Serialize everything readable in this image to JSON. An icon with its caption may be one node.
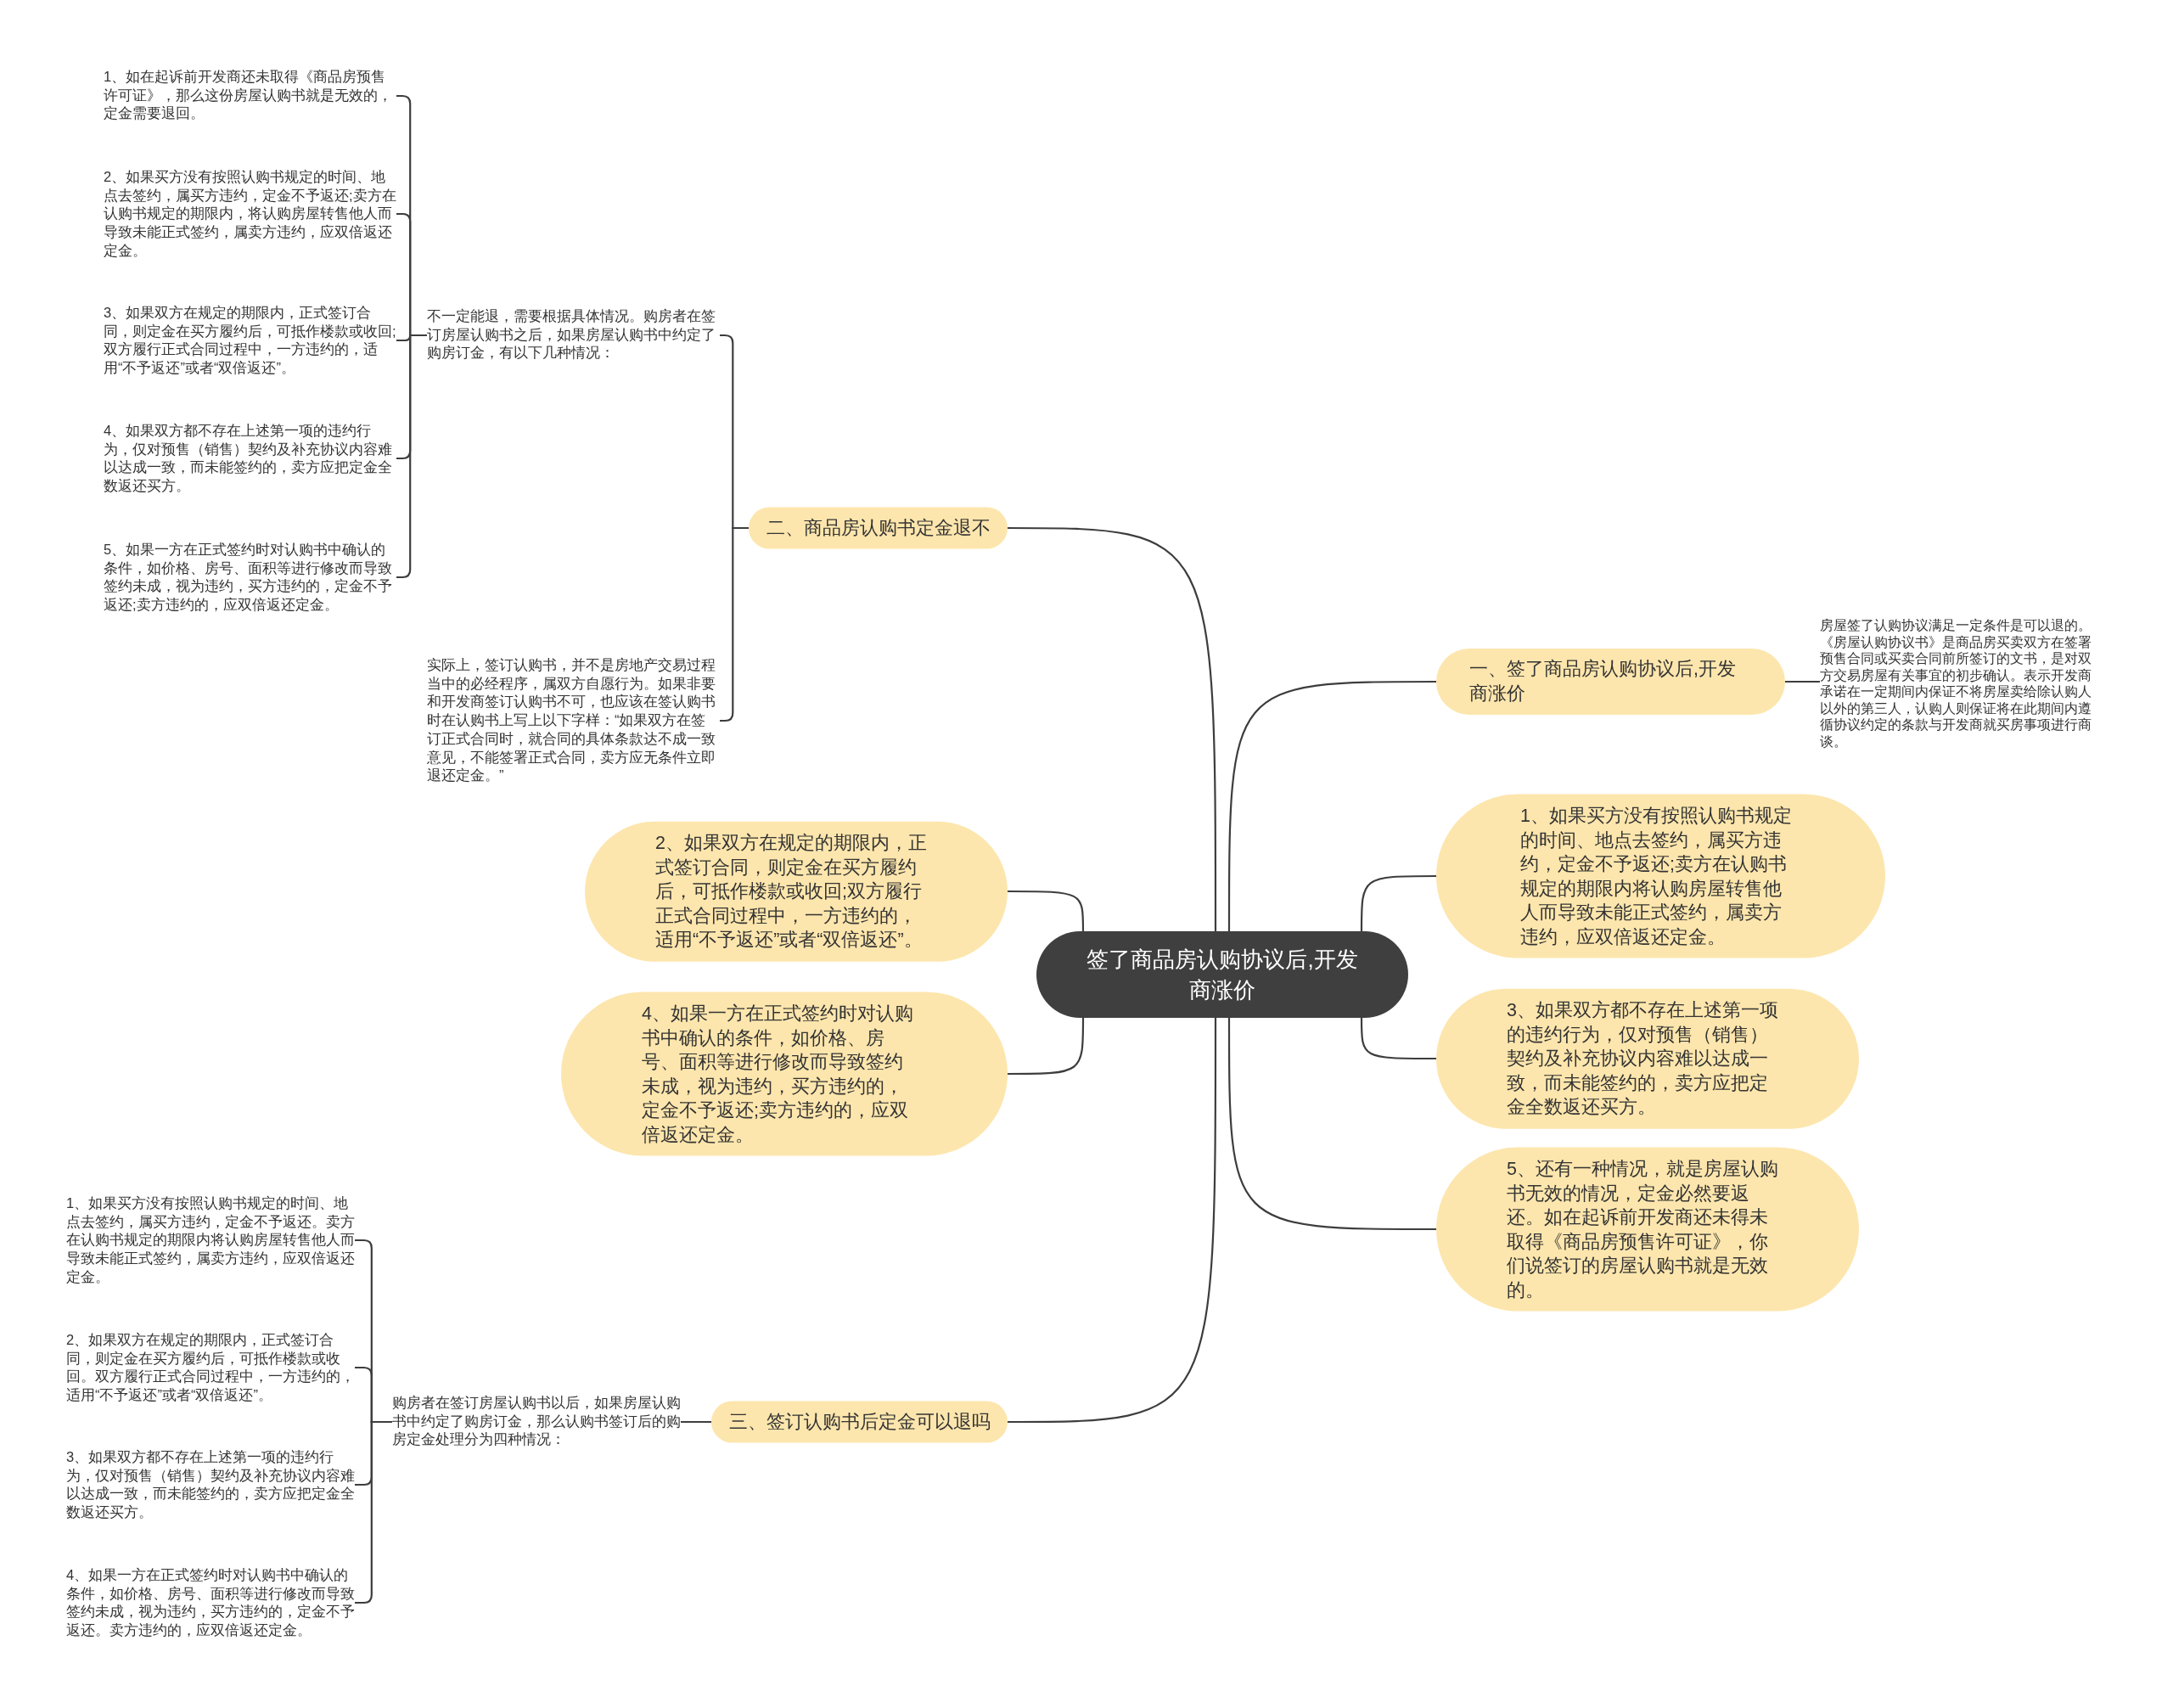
{
  "diagram": {
    "nodes": [
      {
        "text": [
          "签了商品房认购协议后,开发商涨价"
        ]
      },
      {
        "text": [
          "二、商品房认购书定金退不"
        ]
      },
      {
        "text": [
          "不一定能退，需要根据具体情况。购房者在签订房屋认购书之后，如果房屋认购书中约定了购房订金，有以下几种情况："
        ]
      },
      {
        "text": [
          "1、如在起诉前开发商还未取得《商品房预售许可证》，那么这份房屋认购书就是无效的，定金需要退回。"
        ]
      },
      {
        "text": [
          "2、如果买方没有按照认购书规定的时间、地点去签约，属买方违约，定金不予返还;卖方在认购书规定的期限内，将认购房屋转售他人而导致未能正式签约，属卖方违约，应双倍返还定金。"
        ]
      },
      {
        "text": [
          "3、如果双方在规定的期限内，正式签订合同，则定金在买方履约后，可抵作楼款或收回;双方履行正式合同过程中，一方违约的，适用“不予返还”或者“双倍返还”。"
        ]
      },
      {
        "text": [
          "4、如果双方都不存在上述第一项的违约行为，仅对预售（销售）契约及补充协议内容难以达成一致，而未能签约的，卖方应把定金全数返还买方。"
        ]
      },
      {
        "text": [
          "5、如果一方在正式签约时对认购书中确认的条件，如价格、房号、面积等进行修改而导致签约未成，视为违约，买方违约的，定金不予返还;卖方违约的，应双倍返还定金。"
        ]
      },
      {
        "text": [
          "实际上，签订认购书，并不是房地产交易过程当中的必经程序，属双方自愿行为。如果非要和开发商签订认购书不可，也应该在签认购书时在认购书上写上以下字样：“如果双方在签订正式合同时，就合同的具体条款达不成一致意见，不能签署正式合同，卖方应无条件立即退还定金。”"
        ]
      },
      {
        "text": [
          "一、签了商品房认购协议后,开发商涨价"
        ]
      },
      {
        "text": [
          "房屋签了认购协议满足一定条件是可以退的。《房屋认购协议书》是商品房买卖双方在签署预售合同或买卖合同前所签订的文书，是对双方交易房屋有关事宜的初步确认。表示开发商承诺在一定期间内保证不将房屋卖给除认购人以外的第三人，认购人则保证将在此期间内遵循协议约定的条款与开发商就买房事项进行商谈。"
        ]
      },
      {
        "text": [
          "1、如果买方没有按照认购书规定的时间、地点去签约，属买方违约，定金不予返还;卖方在认购书规定的期限内将认购房屋转售他人而导致未能正式签约，属卖方违约，应双倍返还定金。"
        ]
      },
      {
        "text": [
          "2、如果双方在规定的期限内，正式签订合同，则定金在买方履约后，可抵作楼款或收回;双方履行正式合同过程中，一方违约的，适用“不予返还”或者“双倍返还”。"
        ]
      },
      {
        "text": [
          "3、如果双方都不存在上述第一项的违约行为，仅对预售（销售）契约及补充协议内容难以达成一致，而未能签约的，卖方应把定金全数返还买方。"
        ]
      },
      {
        "text": [
          "4、如果一方在正式签约时对认购书中确认的条件，如价格、房号、面积等进行修改而导致签约未成，视为违约，买方违约的，定金不予返还;卖方违约的，应双倍返还定金。"
        ]
      },
      {
        "text": [
          "5、还有一种情况，就是房屋认购书无效的情况，定金必然要返还。如在起诉前开发商还未得未取得《商品房预售许可证》，你们说签订的房屋认购书就是无效的。"
        ]
      },
      {
        "text": [
          "三、签订认购书后定金可以退吗"
        ]
      },
      {
        "text": [
          "购房者在签订房屋认购书以后，如果房屋认购书中约定了购房订金，那么认购书签订后的购房定金处理分为四种情况："
        ]
      },
      {
        "text": [
          "1、如果买方没有按照认购书规定的时间、地点去签约，属买方违约，定金不予返还。卖方在认购书规定的期限内将认购房屋转售他人而导致未能正式签约，属卖方违约，应双倍返还定金。"
        ]
      },
      {
        "text": [
          "2、如果双方在规定的期限内，正式签订合同，则定金在买方履约后，可抵作楼款或收回。双方履行正式合同过程中，一方违约的，适用“不予返还”或者“双倍返还”。"
        ]
      },
      {
        "text": [
          "3、如果双方都不存在上述第一项的违约行为，仅对预售（销售）契约及补充协议内容难以达成一致，而未能签约的，卖方应把定金全数返还买方。"
        ]
      },
      {
        "text": [
          "4、如果一方在正式签约时对认购书中确认的条件，如价格、房号、面积等进行修改而导致签约未成，视为违约，买方违约的，定金不予返还。卖方违约的，应双倍返还定金。"
        ]
      }
    ],
    "edges": [
      {
        "from": 0,
        "to": 1,
        "arrow": "none"
      },
      {
        "from": 1,
        "to": 2,
        "arrow": "none"
      },
      {
        "from": 2,
        "to": 3,
        "arrow": "none"
      },
      {
        "from": 2,
        "to": 4,
        "arrow": "none"
      },
      {
        "from": 2,
        "to": 5,
        "arrow": "none"
      },
      {
        "from": 2,
        "to": 6,
        "arrow": "none"
      },
      {
        "from": 2,
        "to": 7,
        "arrow": "none"
      },
      {
        "from": 1,
        "to": 8,
        "arrow": "none"
      },
      {
        "from": 0,
        "to": 9,
        "arrow": "none"
      },
      {
        "from": 9,
        "to": 10,
        "arrow": "none"
      },
      {
        "from": 0,
        "to": 11,
        "arrow": "none"
      },
      {
        "from": 0,
        "to": 12,
        "arrow": "none"
      },
      {
        "from": 0,
        "to": 13,
        "arrow": "none"
      },
      {
        "from": 0,
        "to": 14,
        "arrow": "none"
      },
      {
        "from": 0,
        "to": 15,
        "arrow": "none"
      },
      {
        "from": 0,
        "to": 16,
        "arrow": "none"
      },
      {
        "from": 16,
        "to": 17,
        "arrow": "none"
      },
      {
        "from": 17,
        "to": 18,
        "arrow": "none"
      },
      {
        "from": 17,
        "to": 19,
        "arrow": "none"
      },
      {
        "from": 17,
        "to": 20,
        "arrow": "none"
      },
      {
        "from": 17,
        "to": 21,
        "arrow": "none"
      }
    ]
  }
}
